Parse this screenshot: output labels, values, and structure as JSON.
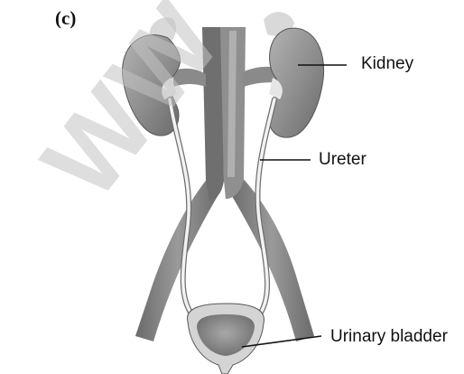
{
  "figure": {
    "panel_label": "(c)",
    "watermark": "WW"
  },
  "labels": {
    "kidney": "Kidney",
    "ureter": "Ureter",
    "urinary_bladder": "Urinary bladder"
  },
  "colors": {
    "organ_fill": "#8e8e8e",
    "organ_dark": "#5f5f5f",
    "vessel_fill": "#7d7d7d",
    "ureter_fill": "#f2f2f2",
    "leader_line": "#111111"
  }
}
